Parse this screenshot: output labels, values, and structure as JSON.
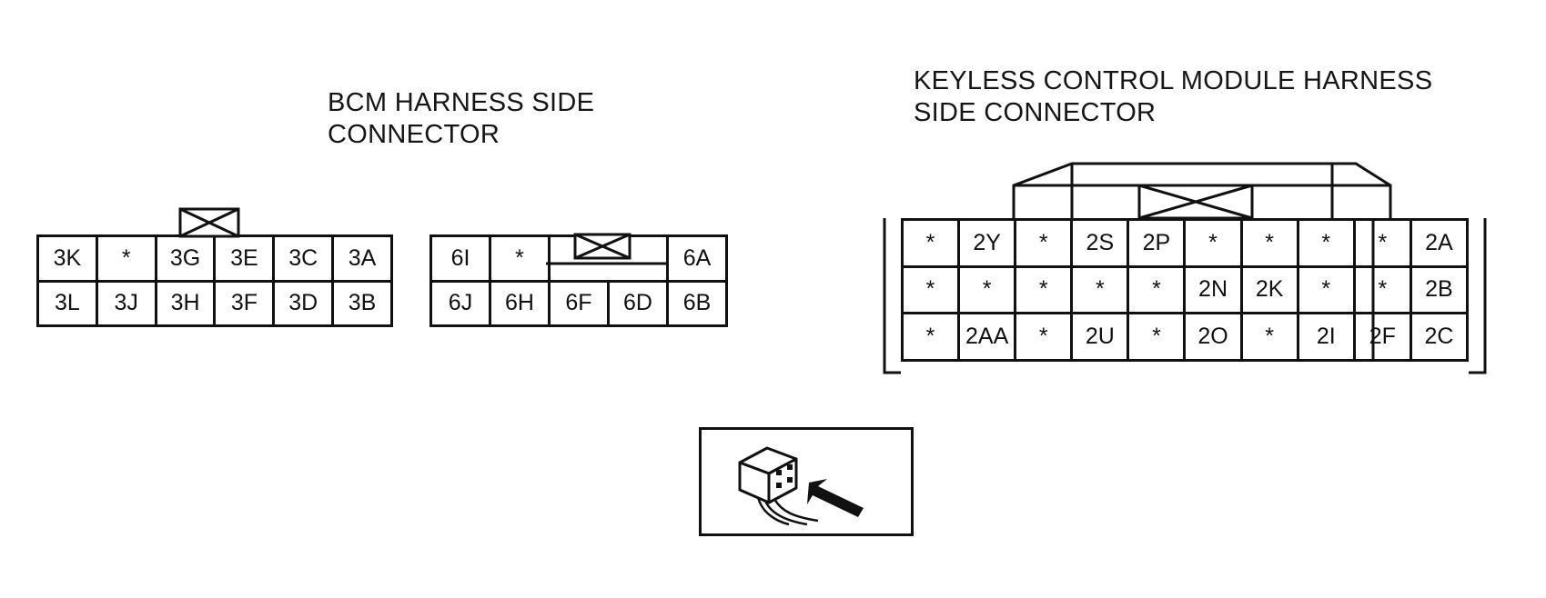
{
  "bcm": {
    "title_line1": "BCM HARNESS SIDE",
    "title_line2": "CONNECTOR",
    "connector_a": {
      "rows": [
        [
          "3K",
          "*",
          "3G",
          "3E",
          "3C",
          "3A"
        ],
        [
          "3L",
          "3J",
          "3H",
          "3F",
          "3D",
          "3B"
        ]
      ]
    },
    "connector_b": {
      "rows": [
        [
          "6I",
          "*",
          "",
          "",
          "6A"
        ],
        [
          "6J",
          "6H",
          "6F",
          "6D",
          "6B"
        ]
      ]
    }
  },
  "kcm": {
    "title_line1": "KEYLESS CONTROL MODULE HARNESS",
    "title_line2": "SIDE CONNECTOR",
    "rows": [
      [
        "*",
        "2Y",
        "*",
        "2S",
        "2P",
        "*",
        "*",
        "*",
        "*",
        "2A"
      ],
      [
        "*",
        "*",
        "*",
        "*",
        "*",
        "2N",
        "2K",
        "*",
        "*",
        "2B"
      ],
      [
        "*",
        "2AA",
        "*",
        "2U",
        "*",
        "2O",
        "*",
        "2I",
        "2F",
        "2C"
      ]
    ]
  },
  "view_icon": "harness-side-view-icon"
}
